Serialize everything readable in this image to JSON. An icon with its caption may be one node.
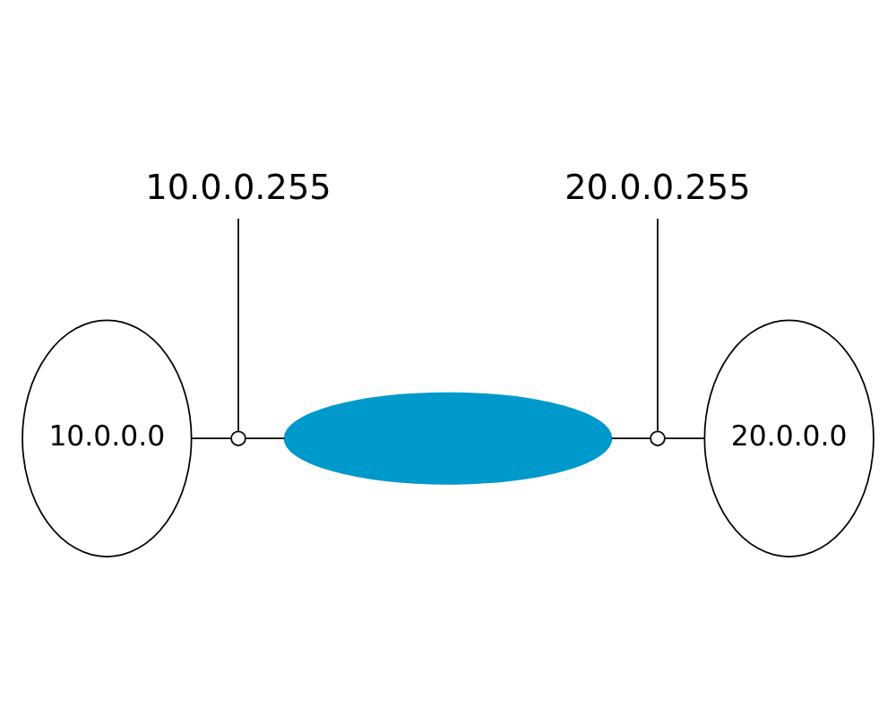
{
  "diagram": {
    "nodes": [
      {
        "text": [
          "10.0.0.255"
        ]
      },
      {
        "text": [
          "20.0.0.255"
        ]
      },
      {
        "text": [
          "10.0.0.0"
        ]
      },
      {
        "text": [],
        "shape": "circle"
      },
      {
        "text": [],
        "shape": "ellipse"
      },
      {
        "text": [],
        "shape": "circle"
      },
      {
        "text": [
          "20.0.0.0"
        ]
      }
    ],
    "edges": [
      {
        "from": 2,
        "to": 3,
        "arrow": "none"
      },
      {
        "from": 3,
        "to": 4,
        "arrow": "none"
      },
      {
        "from": 4,
        "to": 5,
        "arrow": "none"
      },
      {
        "from": 5,
        "to": 6,
        "arrow": "none"
      },
      {
        "from": 0,
        "to": 3,
        "arrow": "none"
      },
      {
        "from": 1,
        "to": 5,
        "arrow": "none"
      }
    ]
  }
}
